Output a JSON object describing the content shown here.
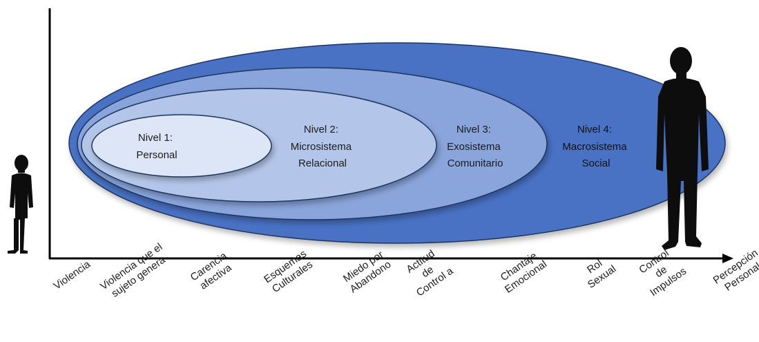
{
  "levels": [
    {
      "lines": [
        "Nivel 1:",
        "Personal"
      ]
    },
    {
      "lines": [
        "Nivel 2:",
        "Microsistema",
        "Relacional"
      ]
    },
    {
      "lines": [
        "Nivel 3:",
        "Exosistema",
        "Comunitario"
      ]
    },
    {
      "lines": [
        "Nivel 4:",
        "Macrosistema",
        "Social"
      ]
    }
  ],
  "x_axis_labels": [
    {
      "lines": [
        "Violencia"
      ]
    },
    {
      "lines": [
        "Violencia que el",
        "sujeto genera"
      ]
    },
    {
      "lines": [
        "Carencia",
        "afectiva"
      ]
    },
    {
      "lines": [
        "Esquemas",
        "Culturales"
      ]
    },
    {
      "lines": [
        "Miedo por",
        "Abandono"
      ]
    },
    {
      "lines": [
        "Actitud",
        "de",
        "Control a"
      ]
    },
    {
      "lines": [
        "Chantaje",
        "Emocional"
      ]
    },
    {
      "lines": [
        "Rol",
        "Sexual"
      ]
    },
    {
      "lines": [
        "Control",
        "de",
        "Impulsos"
      ]
    },
    {
      "lines": [
        "Percepción",
        "Personal"
      ]
    }
  ],
  "colors": {
    "level4": "#4a72c4",
    "level3": "#89a5db",
    "level2": "#b3c6e9",
    "level1": "#dce6f6",
    "outline": "#1f3560",
    "axis": "#000000",
    "silhouette": "#0d0d0d"
  },
  "icons": [
    "child-silhouette-icon",
    "adult-silhouette-icon"
  ]
}
